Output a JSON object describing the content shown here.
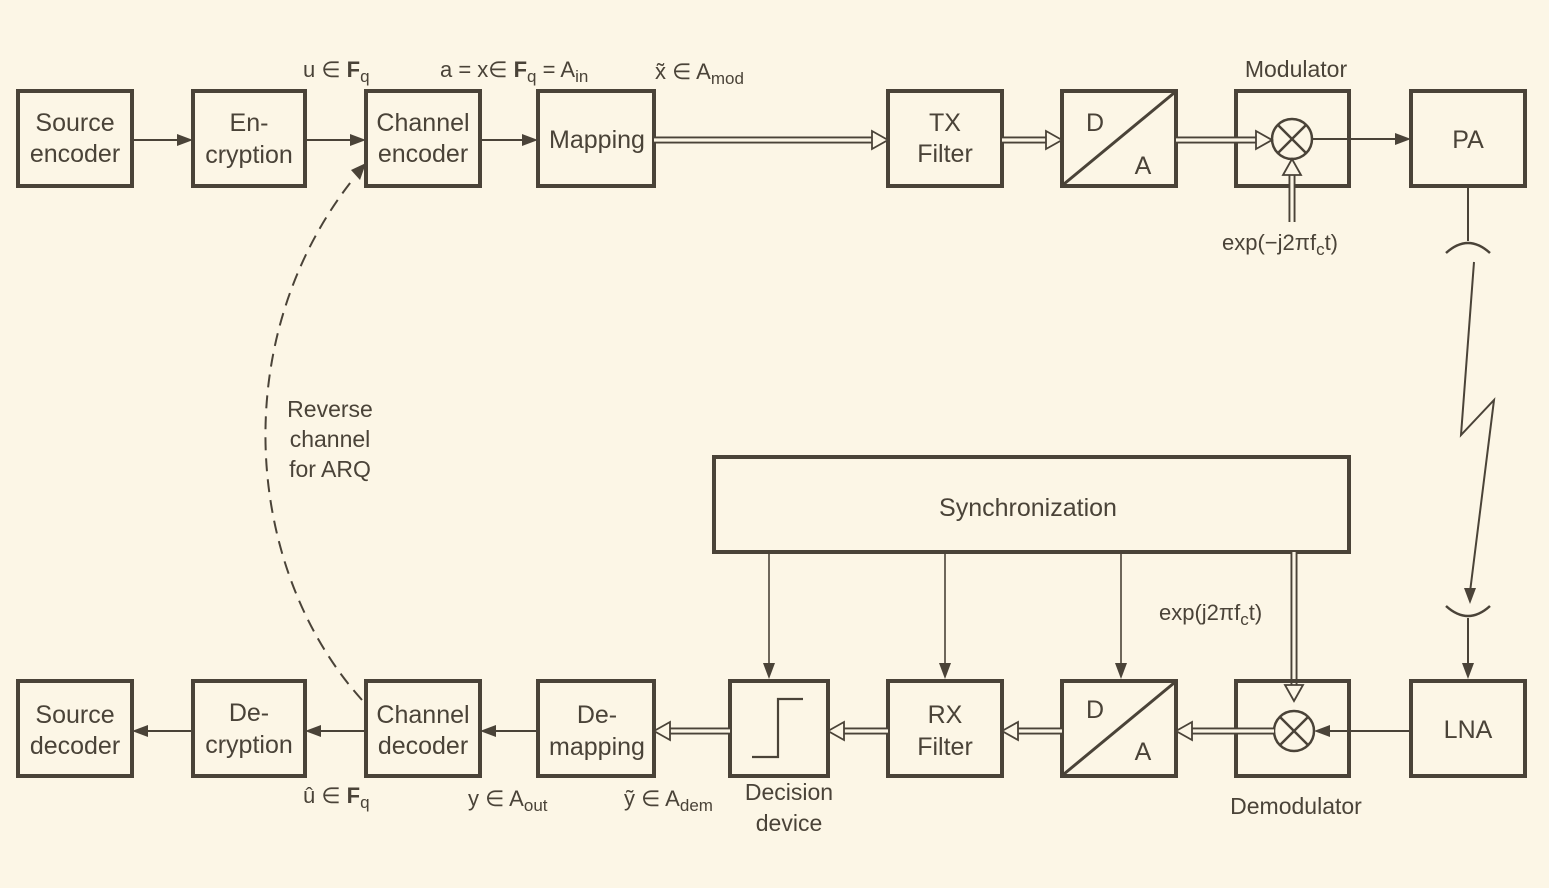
{
  "colors": {
    "background": "#fcf6e6",
    "ink": "#4a4338"
  },
  "blocks": {
    "source_encoder": [
      "Source",
      "encoder"
    ],
    "encryption": [
      "En-",
      "cryption"
    ],
    "channel_encoder": [
      "Channel",
      "encoder"
    ],
    "mapping": "Mapping",
    "tx_filter": [
      "TX",
      "Filter"
    ],
    "da_tx": {
      "top": "D",
      "bottom": "A"
    },
    "pa": "PA",
    "lna": "LNA",
    "da_rx": {
      "top": "D",
      "bottom": "A"
    },
    "rx_filter": [
      "RX",
      "Filter"
    ],
    "demapping": [
      "De-",
      "mapping"
    ],
    "channel_decoder": [
      "Channel",
      "decoder"
    ],
    "decryption": [
      "De-",
      "cryption"
    ],
    "source_decoder": [
      "Source",
      "decoder"
    ],
    "synchronization": "Synchronization"
  },
  "labels": {
    "modulator": "Modulator",
    "demodulator": "Demodulator",
    "decision_device": [
      "Decision",
      "device"
    ],
    "reverse_channel": [
      "Reverse",
      "channel",
      "for ARQ"
    ],
    "tx_carrier": {
      "pre": "exp(−j2πf",
      "sub": "c",
      "post": "t)"
    },
    "rx_carrier": {
      "pre": "exp(j2πf",
      "sub": "c",
      "post": "t)"
    }
  },
  "symbols": {
    "u": {
      "pre": "u ∈ ",
      "bold": "F",
      "sub": "q"
    },
    "a": {
      "pre": "a = x∈ ",
      "bold": "F",
      "sub1": "q",
      "mid": " = A",
      "sub2": "in"
    },
    "x_tilde": {
      "pre": "x̃ ∈ A",
      "sub": "mod"
    },
    "u_hat": {
      "pre": "û ∈ ",
      "bold": "F",
      "sub": "q"
    },
    "y": {
      "pre": "y ∈ A",
      "sub": "out"
    },
    "y_tilde": {
      "pre": "ỹ ∈ A",
      "sub": "dem"
    }
  }
}
